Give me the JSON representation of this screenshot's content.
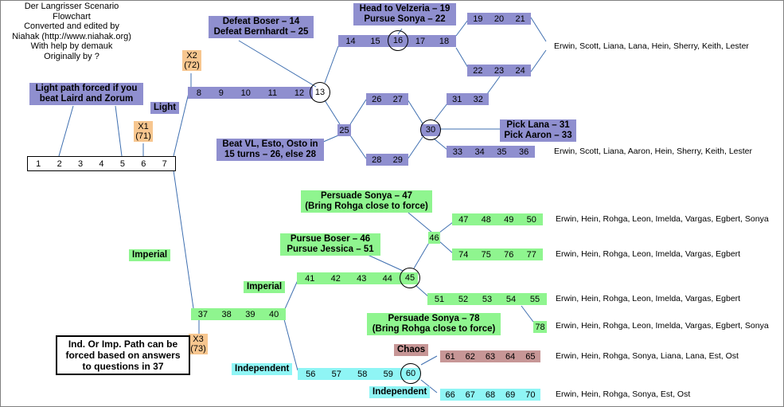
{
  "credits": [
    "Der Langrisser Scenario",
    "Flowchart",
    "Converted and edited by",
    "Niahak (http://www.niahak.org)",
    "With help by demauk",
    "Originally by ?"
  ],
  "start": [
    "1",
    "2",
    "3",
    "4",
    "5",
    "6",
    "7"
  ],
  "light_forced_note": "Light path forced if you beat Laird and Zorum",
  "x1": {
    "label": "X1",
    "value": "(71)"
  },
  "x2": {
    "label": "X2",
    "value": "(72)"
  },
  "x3": {
    "label": "X3",
    "value": "(73)"
  },
  "light_label": "Light",
  "imperial_label_left": "Imperial",
  "imperial_label_mid": "Imperial",
  "independent_label": "Independent",
  "independent_label2": "Independent",
  "chaos_label": "Chaos",
  "light_bar": [
    "8",
    "9",
    "10",
    "11",
    "12"
  ],
  "node_13": "13",
  "light_top_bar": [
    "14",
    "15"
  ],
  "node_16": "16",
  "light_top_bar2": [
    "17",
    "18"
  ],
  "light_top_right1": [
    "19",
    "20",
    "21"
  ],
  "light_top_right2": [
    "22",
    "23",
    "24"
  ],
  "node_25": "25",
  "bar_26_27": [
    "26",
    "27"
  ],
  "bar_28_29": [
    "28",
    "29"
  ],
  "node_30": "30",
  "bar_31_32": [
    "31",
    "32"
  ],
  "bar_33_36": [
    "33",
    "34",
    "35",
    "36"
  ],
  "defeat_label": [
    "Defeat Boser – 14",
    "Defeat Bernhardt – 25"
  ],
  "velzeria_label": [
    "Head to Velzeria – 19",
    "Pursue Sonya – 22"
  ],
  "beat_vl_label": [
    "Beat VL, Esto, Osto in",
    "15 turns – 26, else 28"
  ],
  "pick_label": [
    "Pick Lana – 31",
    "Pick Aaron – 33"
  ],
  "roster_light1": "Erwin, Scott, Liana, Lana, Hein, Sherry, Keith, Lester",
  "roster_light2": "Erwin, Scott, Liana, Aaron, Hein, Sherry, Keith, Lester",
  "imp_bar": [
    "37",
    "38",
    "39",
    "40"
  ],
  "imp_bar2": [
    "41",
    "42",
    "43",
    "44"
  ],
  "node_45": "45",
  "node_46": "46",
  "bar_47": [
    "47",
    "48",
    "49",
    "50"
  ],
  "bar_74": [
    "74",
    "75",
    "76",
    "77"
  ],
  "bar_51": [
    "51",
    "52",
    "53",
    "54",
    "55"
  ],
  "sq_78": "78",
  "persuade_label": [
    "Persuade Sonya – 47",
    "(Bring Rohga close to force)"
  ],
  "pursue_label": [
    "Pursue Boser – 46",
    "Pursue Jessica – 51"
  ],
  "persuade78_label": [
    "Persuade Sonya – 78",
    "(Bring Rohga close to force)"
  ],
  "ind_note": [
    "Ind. Or Imp. Path can be",
    "forced based on answers",
    "to questions in 37"
  ],
  "ind_bar": [
    "56",
    "57",
    "58",
    "59"
  ],
  "node_60": "60",
  "chaos_bar": [
    "61",
    "62",
    "63",
    "64",
    "65"
  ],
  "ind_bar2": [
    "66",
    "67",
    "68",
    "69",
    "70"
  ],
  "roster_47": "Erwin, Hein, Rohga, Leon, Imelda, Vargas, Egbert, Sonya",
  "roster_74": "Erwin, Hein, Rohga, Leon, Imelda, Vargas, Egbert",
  "roster_51": "Erwin, Hein, Rohga, Leon, Imelda, Vargas, Egbert",
  "roster_78": "Erwin, Hein, Rohga, Leon, Imelda, Vargas, Egbert, Sonya",
  "roster_chaos": "Erwin, Hein, Rohga, Sonya, Liana, Lana, Est, Ost",
  "roster_ind": "Erwin, Hein, Rohga, Sonya, Est, Ost"
}
